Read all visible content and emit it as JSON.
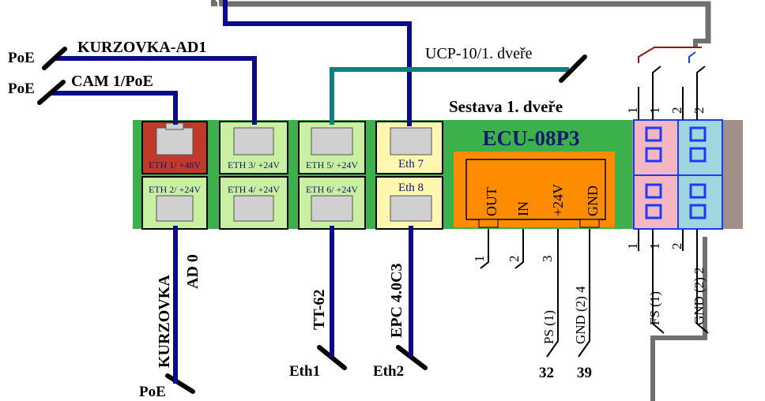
{
  "labels": {
    "poe_top1": "PoE",
    "poe_top2": "PoE",
    "kurzovka_ad1": "KURZOVKA-AD1",
    "cam1": "CAM 1/PoE",
    "ucp": "UCP-10/1. dveře",
    "sestava": "Sestava 1. dveře",
    "ecu": "ECU-08P3",
    "kurzovka_ad0_line1": "KURZOVKA",
    "kurzovka_ad0_line2": "AD 0",
    "poe_bottom": "PoE",
    "tt62": "TT-62",
    "eth1": "Eth1",
    "epc": "EPC 4.0C3",
    "eth2": "Eth2",
    "ps1": "PS (1)",
    "gnd2_4": "GND (2) 4",
    "n32": "32",
    "n39": "39",
    "fs1": "FS (1)",
    "gnd2_r": "GND (2) 2"
  },
  "ports": {
    "eth1": "ETH 1/ +48V",
    "eth2": "ETH 2/ +24V",
    "eth3": "ETH 3/ +24V",
    "eth4": "ETH 4/ +24V",
    "eth5": "ETH 5/ +24V",
    "eth6": "ETH 6/ +24V",
    "eth7": "Eth 7",
    "eth8": "Eth 8"
  },
  "ecu_terminals": {
    "out": "OUT",
    "in": "IN",
    "v24": "+24V",
    "gnd": "GND",
    "p1": "1",
    "p2": "2",
    "p3": "3"
  },
  "right_block": {
    "top_1a": "1",
    "top_1b": "1",
    "top_2a": "2",
    "top_2b": "2",
    "bot_1a": "1",
    "bot_1b": "1",
    "bot_2a": "2"
  },
  "colors": {
    "cable_blue": "#0a0a8c",
    "cable_teal": "#0a8080",
    "cable_gray": "#707070",
    "board_green": "#3cb04a",
    "port_red": "#c0392b",
    "port_light_green": "#c8f0a0",
    "port_yellow": "#fff7b0",
    "ecu_orange": "#ff8c00",
    "right_pink": "#f4b6c2",
    "right_cyan": "#9fd6e0",
    "right_gray": "#a09088"
  }
}
